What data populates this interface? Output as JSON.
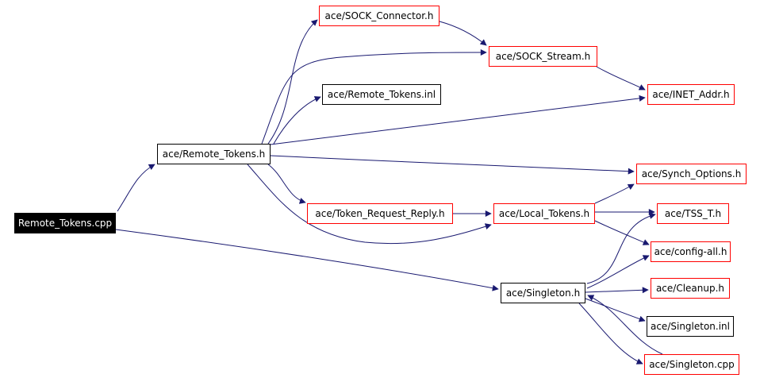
{
  "colors": {
    "edge": "#191970",
    "node_border_red": "#ff0000",
    "node_border_black": "#000000",
    "root_fill": "#000000",
    "root_text": "#ffffff"
  },
  "nodes": {
    "root": "Remote_Tokens.cpp",
    "remote_tokens_h": "ace/Remote_Tokens.h",
    "sock_connector_h": "ace/SOCK_Connector.h",
    "sock_stream_h": "ace/SOCK_Stream.h",
    "remote_tokens_inl": "ace/Remote_Tokens.inl",
    "inet_addr_h": "ace/INET_Addr.h",
    "synch_options_h": "ace/Synch_Options.h",
    "token_request_reply_h": "ace/Token_Request_Reply.h",
    "local_tokens_h": "ace/Local_Tokens.h",
    "tss_t_h": "ace/TSS_T.h",
    "config_all_h": "ace/config-all.h",
    "singleton_h": "ace/Singleton.h",
    "cleanup_h": "ace/Cleanup.h",
    "singleton_inl": "ace/Singleton.inl",
    "singleton_cpp": "ace/Singleton.cpp"
  },
  "edges": [
    [
      "root",
      "remote_tokens_h"
    ],
    [
      "root",
      "singleton_h"
    ],
    [
      "remote_tokens_h",
      "sock_connector_h"
    ],
    [
      "remote_tokens_h",
      "sock_stream_h"
    ],
    [
      "remote_tokens_h",
      "remote_tokens_inl"
    ],
    [
      "remote_tokens_h",
      "inet_addr_h"
    ],
    [
      "remote_tokens_h",
      "synch_options_h"
    ],
    [
      "remote_tokens_h",
      "token_request_reply_h"
    ],
    [
      "remote_tokens_h",
      "local_tokens_h"
    ],
    [
      "sock_connector_h",
      "sock_stream_h"
    ],
    [
      "sock_stream_h",
      "inet_addr_h"
    ],
    [
      "token_request_reply_h",
      "local_tokens_h"
    ],
    [
      "local_tokens_h",
      "synch_options_h"
    ],
    [
      "local_tokens_h",
      "tss_t_h"
    ],
    [
      "local_tokens_h",
      "config_all_h"
    ],
    [
      "singleton_h",
      "tss_t_h"
    ],
    [
      "singleton_h",
      "config_all_h"
    ],
    [
      "singleton_h",
      "cleanup_h"
    ],
    [
      "singleton_h",
      "singleton_inl"
    ],
    [
      "singleton_h",
      "singleton_cpp"
    ],
    [
      "singleton_cpp",
      "singleton_h"
    ]
  ]
}
